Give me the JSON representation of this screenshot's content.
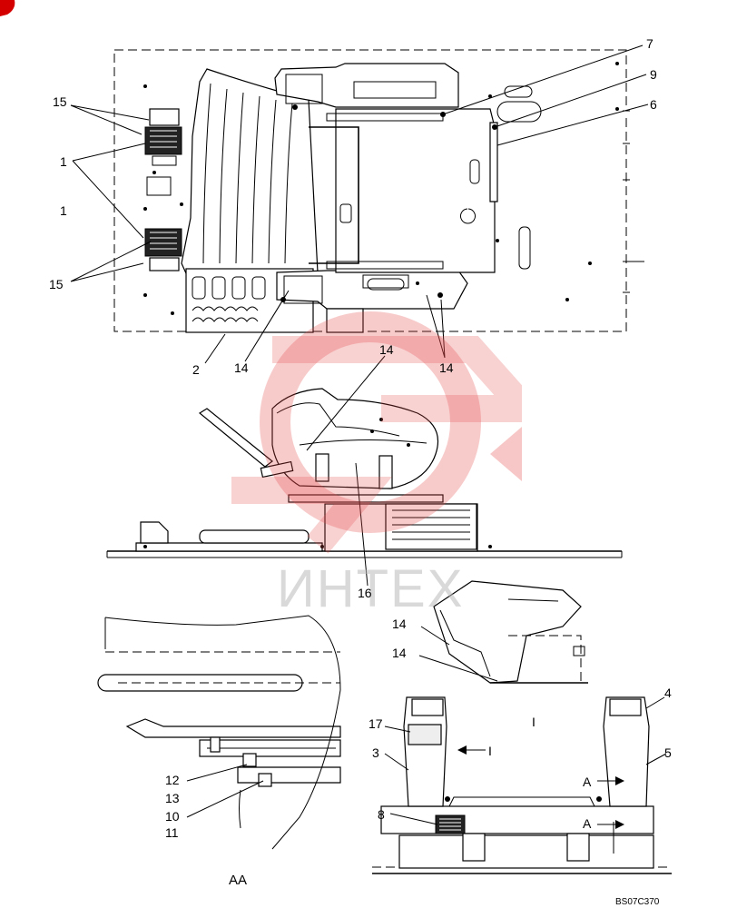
{
  "diagram": {
    "drawing_code": "BS07C370",
    "section_label": "AA",
    "view_label": "I",
    "arrow_labels": {
      "view_i": "I",
      "section_a_upper": "A",
      "section_a_lower": "A"
    },
    "watermark_text": "ИНТЕХ",
    "callouts": {
      "c1_upper": "1",
      "c1_lower": "1",
      "c2": "2",
      "c3": "3",
      "c4": "4",
      "c5": "5",
      "c6": "6",
      "c7": "7",
      "c8": "8",
      "c9": "9",
      "c10": "10",
      "c11": "11",
      "c12": "12",
      "c13": "13",
      "c14_a": "14",
      "c14_b": "14",
      "c14_c": "14",
      "c14_d": "14",
      "c14_e": "14",
      "c15_upper": "15",
      "c15_lower": "15",
      "c16": "16",
      "c17": "17"
    },
    "colors": {
      "line": "#000000",
      "watermark": "#e54646",
      "corner_badge": "#d40000"
    }
  }
}
